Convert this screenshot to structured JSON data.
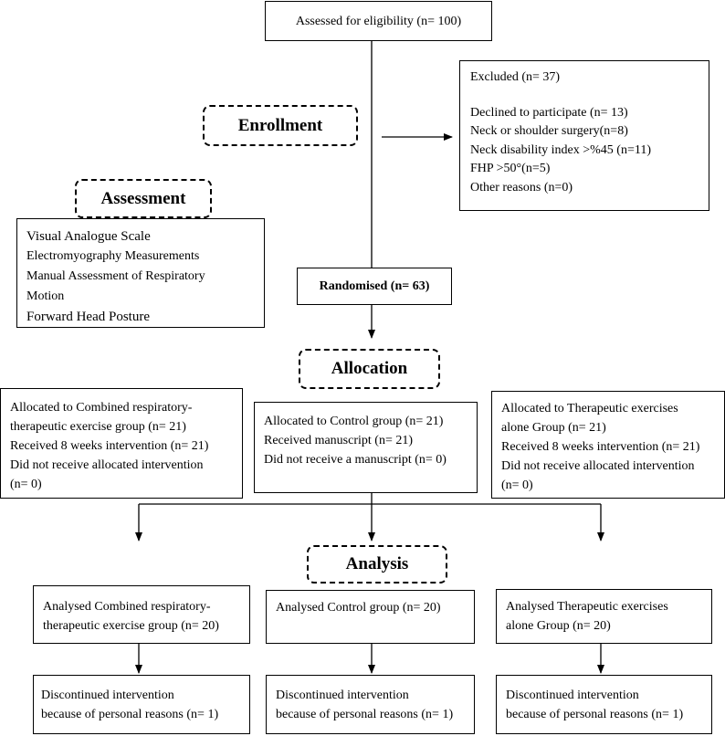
{
  "eligibility": {
    "text": "Assessed for eligibility (n= 100)"
  },
  "stages": {
    "enrollment": "Enrollment",
    "assessment": "Assessment",
    "allocation": "Allocation",
    "analysis": "Analysis"
  },
  "excluded": {
    "title": "Excluded (n= 37)",
    "reasons": [
      "Declined to participate (n= 13)",
      "Neck or shoulder surgery(n=8)",
      "Neck disability index >%45 (n=11)",
      "FHP >50°(n=5)",
      "Other reasons (n=0)"
    ]
  },
  "assessment_items": [
    "Visual Analogue Scale",
    "Electromyography Measurements",
    "Manual Assessment of Respiratory",
    "Motion",
    "Forward Head Posture"
  ],
  "randomised": {
    "text": "Randomised (n= 63)"
  },
  "allocation_groups": [
    {
      "lines": [
        "Allocated to Combined respiratory-",
        "therapeutic exercise group (n= 21)",
        "Received 8 weeks intervention (n= 21)",
        "Did not receive allocated intervention",
        "(n= 0)"
      ]
    },
    {
      "lines": [
        "Allocated to Control group (n= 21)",
        "Received manuscript (n= 21)",
        "Did not receive a manuscript (n= 0)"
      ]
    },
    {
      "lines": [
        "Allocated to Therapeutic exercises",
        "alone Group (n= 21)",
        "Received 8 weeks intervention (n= 21)",
        "Did not receive allocated intervention",
        "(n= 0)"
      ]
    }
  ],
  "analysed_groups": [
    {
      "lines": [
        "Analysed Combined respiratory-",
        "therapeutic exercise group (n= 20)"
      ]
    },
    {
      "lines": [
        "Analysed Control group (n= 20)"
      ]
    },
    {
      "lines": [
        "Analysed Therapeutic exercises",
        "alone Group (n= 20)"
      ]
    }
  ],
  "discontinued_groups": [
    {
      "lines": [
        "Discontinued intervention",
        "because of personal reasons (n= 1)"
      ]
    },
    {
      "lines": [
        "Discontinued intervention",
        "because of personal reasons (n= 1)"
      ]
    },
    {
      "lines": [
        "Discontinued intervention",
        "because of personal reasons (n= 1)"
      ]
    }
  ]
}
